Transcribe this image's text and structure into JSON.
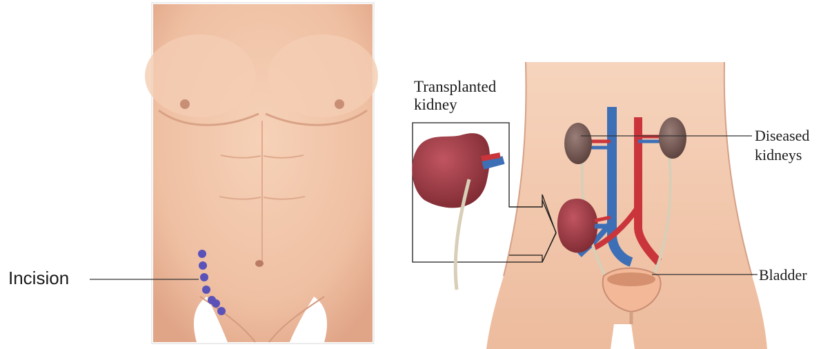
{
  "labels": {
    "incision": "Incision",
    "transplanted_line1": "Transplanted",
    "transplanted_line2": "kidney",
    "diseased_line1": "Diseased",
    "diseased_line2": "kidneys",
    "bladder": "Bladder"
  },
  "colors": {
    "skin": "#f2c5a8",
    "skin_shadow": "#d99a7e",
    "kidney": "#9c3b42",
    "diseased_kidney": "#7a5a55",
    "vein": "#3d6fb6",
    "artery": "#c9353a",
    "incision_dot": "#5a52b8",
    "ureter": "#d8cfb8"
  },
  "icons": [
    "torso-illustration",
    "abdomen-illustration",
    "kidney-icon",
    "arrow-icon"
  ]
}
